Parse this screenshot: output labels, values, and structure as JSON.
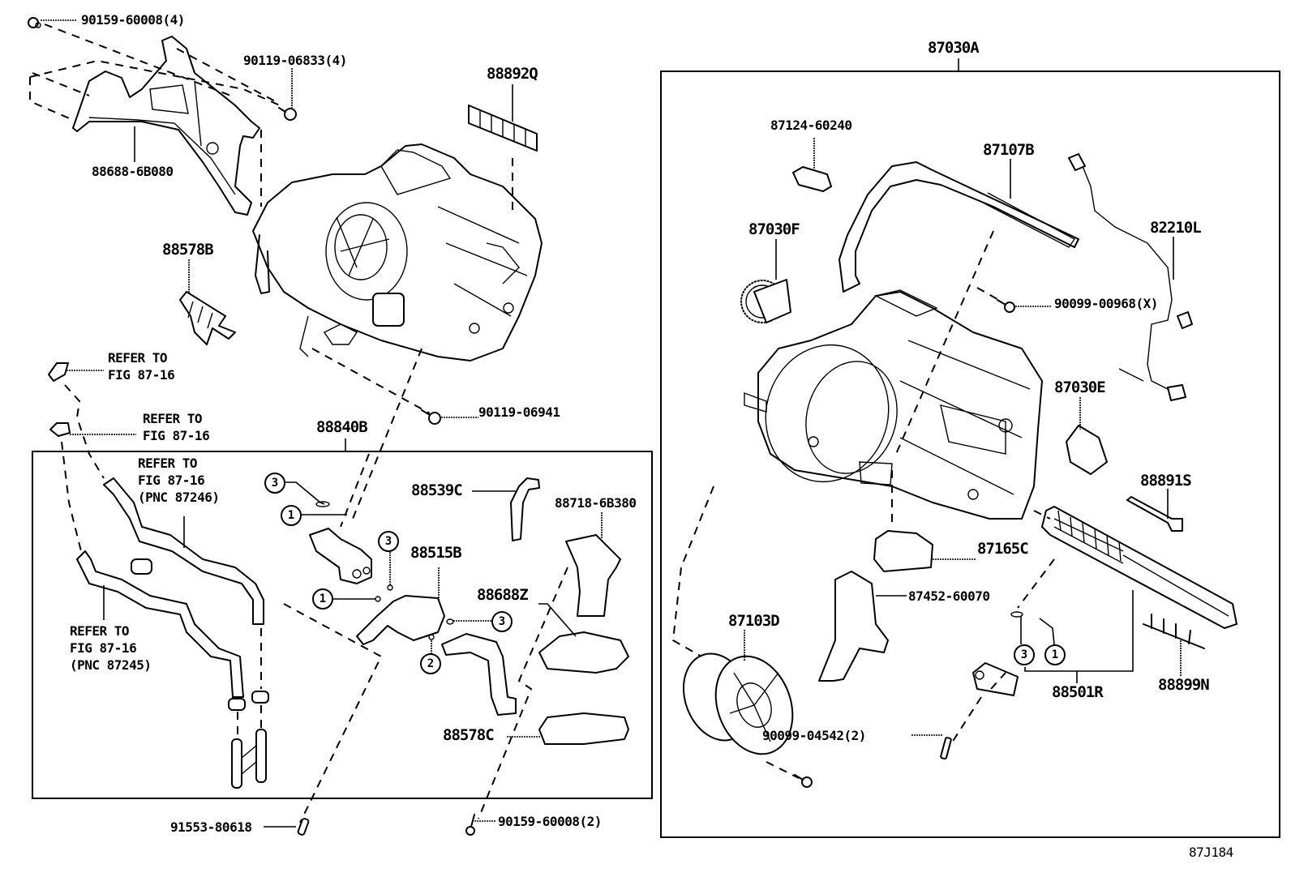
{
  "figure_code": "87J184",
  "assembly_right": {
    "label": "87030A",
    "parts": [
      {
        "id": "87124-60240",
        "label": "87124-60240"
      },
      {
        "id": "87107B",
        "label": "87107B"
      },
      {
        "id": "82210L",
        "label": "82210L"
      },
      {
        "id": "87030F",
        "label": "87030F"
      },
      {
        "id": "90099-00968",
        "label": "90099-00968(X)"
      },
      {
        "id": "87030E",
        "label": "87030E"
      },
      {
        "id": "88891S",
        "label": "88891S"
      },
      {
        "id": "87165C",
        "label": "87165C"
      },
      {
        "id": "87452-60070",
        "label": "87452-60070"
      },
      {
        "id": "87103D",
        "label": "87103D"
      },
      {
        "id": "88501R",
        "label": "88501R"
      },
      {
        "id": "88899N",
        "label": "88899N"
      },
      {
        "id": "90099-04542",
        "label": "90099-04542(2)"
      }
    ],
    "callouts": [
      "3",
      "1"
    ]
  },
  "top_left_parts": [
    {
      "id": "90159-60008-top",
      "label": "90159-60008(4)"
    },
    {
      "id": "90119-06833",
      "label": "90119-06833(4)"
    },
    {
      "id": "88688-6B080",
      "label": "88688-6B080"
    },
    {
      "id": "88892Q",
      "label": "88892Q"
    },
    {
      "id": "88578B",
      "label": "88578B"
    },
    {
      "id": "90119-06941",
      "label": "90119-06941"
    }
  ],
  "refer_notes": [
    {
      "id": "refer-1",
      "text": "REFER TO\nFIG 87-16"
    },
    {
      "id": "refer-2",
      "text": "REFER TO\nFIG 87-16"
    },
    {
      "id": "refer-3",
      "text": "REFER TO\nFIG 87-16\n(PNC 87246)"
    },
    {
      "id": "refer-4",
      "text": "REFER TO\nFIG 87-16\n(PNC 87245)"
    }
  ],
  "assembly_left": {
    "label": "88840B",
    "parts": [
      {
        "id": "88539C",
        "label": "88539C"
      },
      {
        "id": "88718-6B380",
        "label": "88718-6B380"
      },
      {
        "id": "88515B",
        "label": "88515B"
      },
      {
        "id": "88688Z",
        "label": "88688Z"
      },
      {
        "id": "88578C",
        "label": "88578C"
      }
    ],
    "callouts": [
      "3",
      "1",
      "3",
      "1",
      "3",
      "2"
    ]
  },
  "bottom_parts": [
    {
      "id": "91553-80618",
      "label": "91553-80618"
    },
    {
      "id": "90159-60008-bottom",
      "label": "90159-60008(2)"
    }
  ]
}
